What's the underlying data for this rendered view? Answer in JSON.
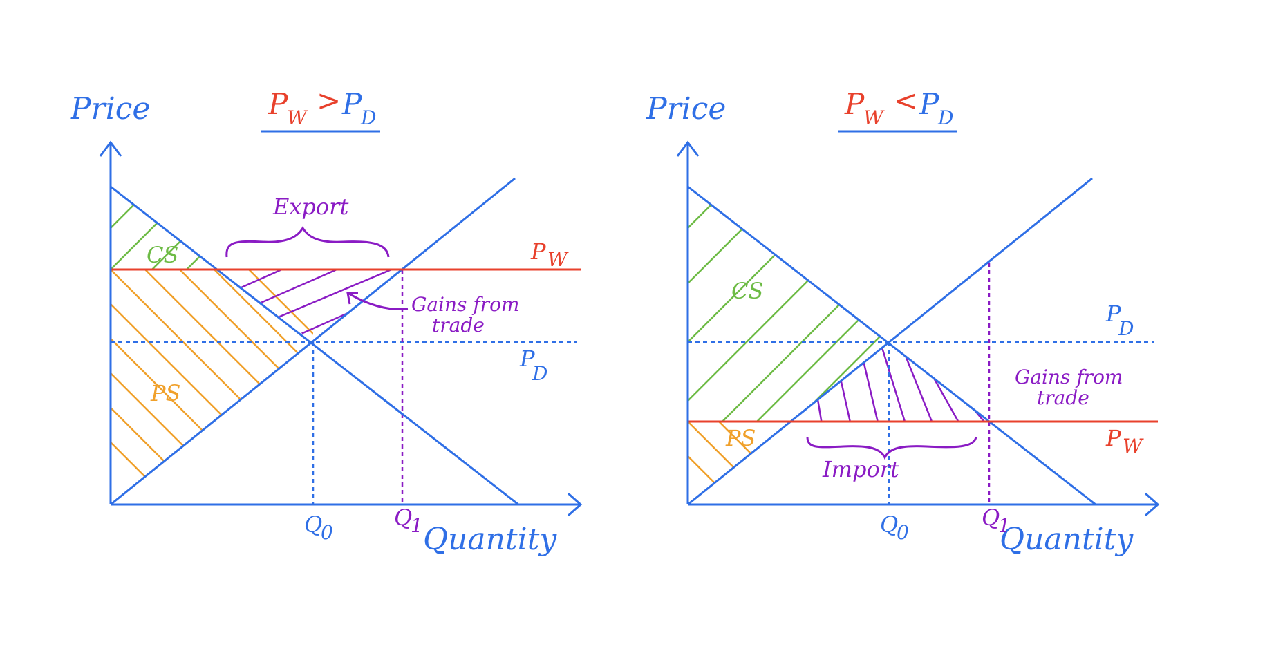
{
  "colors": {
    "axis": "#2f6fe6",
    "world_price": "#e8412c",
    "gains": "#8a1bc4",
    "consumer_surplus": "#6dbb45",
    "producer_surplus": "#f0a02a"
  },
  "panels": [
    {
      "title_main": "P",
      "title_main_sub": "W",
      "title_operator": ">",
      "title_compare": "P",
      "title_compare_sub": "D",
      "y_axis_label": "Price",
      "x_axis_label": "Quantity",
      "q0_label": "Q",
      "q0_sub": "0",
      "q1_label": "Q",
      "q1_sub": "1",
      "pw_label": "P",
      "pw_sub": "W",
      "pd_label": "P",
      "pd_sub": "D",
      "cs_label": "CS",
      "ps_label": "PS",
      "gains_line1": "Gains from",
      "gains_line2": "trade",
      "trade_label": "Export"
    },
    {
      "title_main": "P",
      "title_main_sub": "W",
      "title_operator": "<",
      "title_compare": "P",
      "title_compare_sub": "D",
      "y_axis_label": "Price",
      "x_axis_label": "Quantity",
      "q0_label": "Q",
      "q0_sub": "0",
      "q1_label": "Q",
      "q1_sub": "1",
      "pw_label": "P",
      "pw_sub": "W",
      "pd_label": "P",
      "pd_sub": "D",
      "cs_label": "CS",
      "ps_label": "PS",
      "gains_line1": "Gains from",
      "gains_line2": "trade",
      "trade_label": "Import"
    }
  ]
}
